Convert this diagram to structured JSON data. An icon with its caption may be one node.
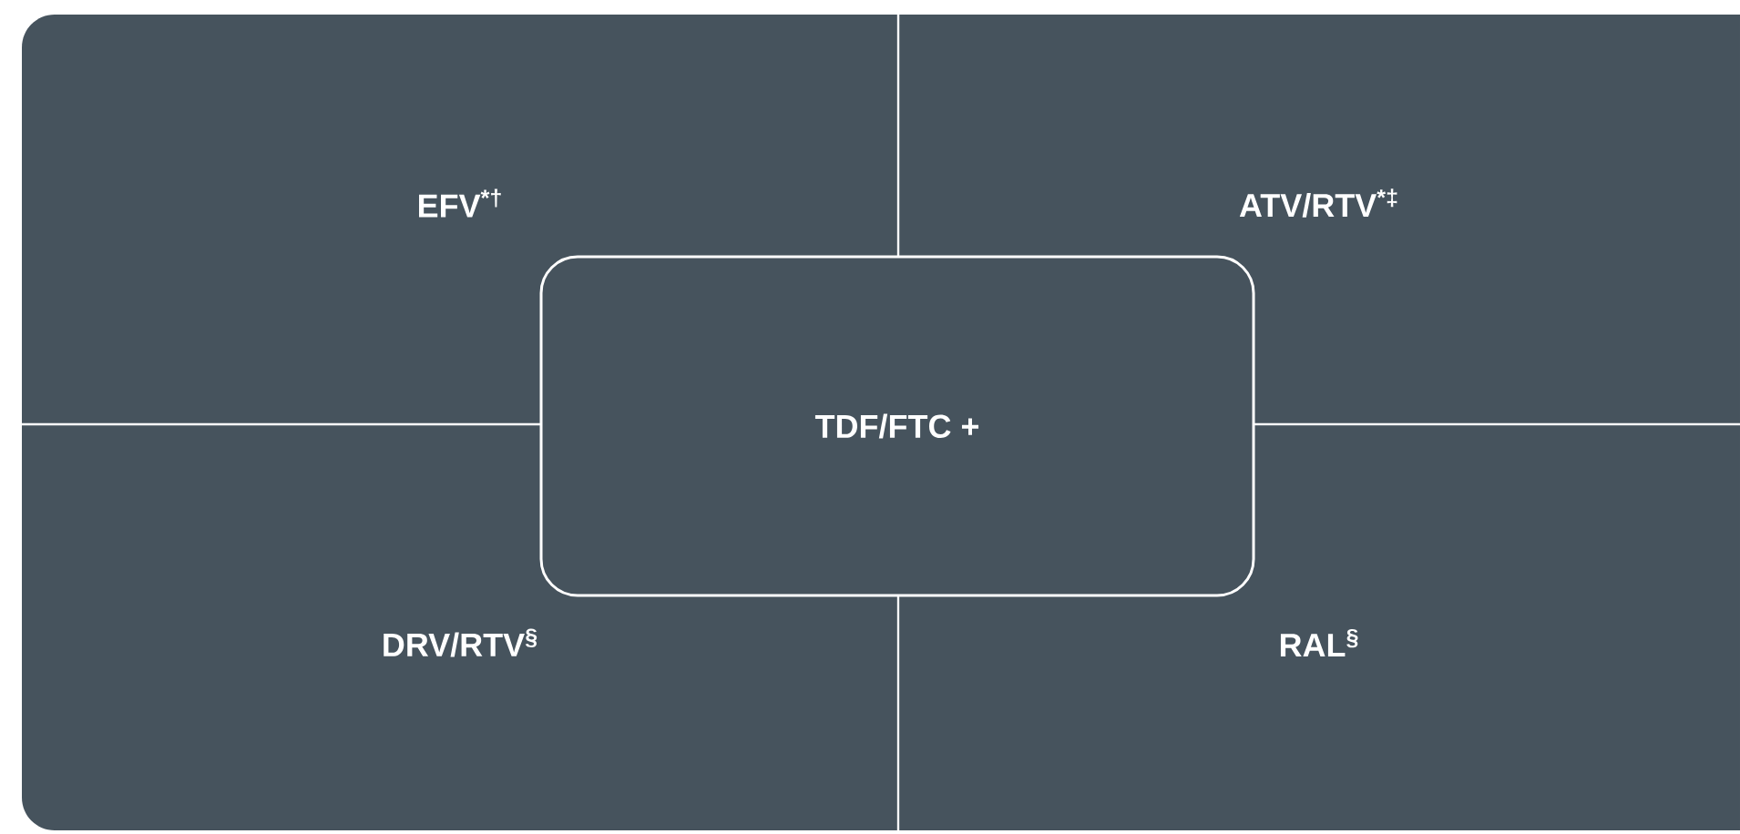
{
  "diagram": {
    "nodes": [
      {
        "text": [],
        "shape": "box"
      },
      {
        "text": [
          "EFV$^{*†}$"
        ],
        "in": 0
      },
      {
        "text": [
          "ATV/RTV$^{*‡}$"
        ],
        "in": 0
      },
      {
        "text": [
          "TDF/FTC +"
        ],
        "in": 0
      },
      {
        "text": [
          "DRV/RTV$^{§}$"
        ],
        "in": 0
      },
      {
        "text": [
          "RAL$^{§}$"
        ],
        "in": 0
      }
    ]
  }
}
